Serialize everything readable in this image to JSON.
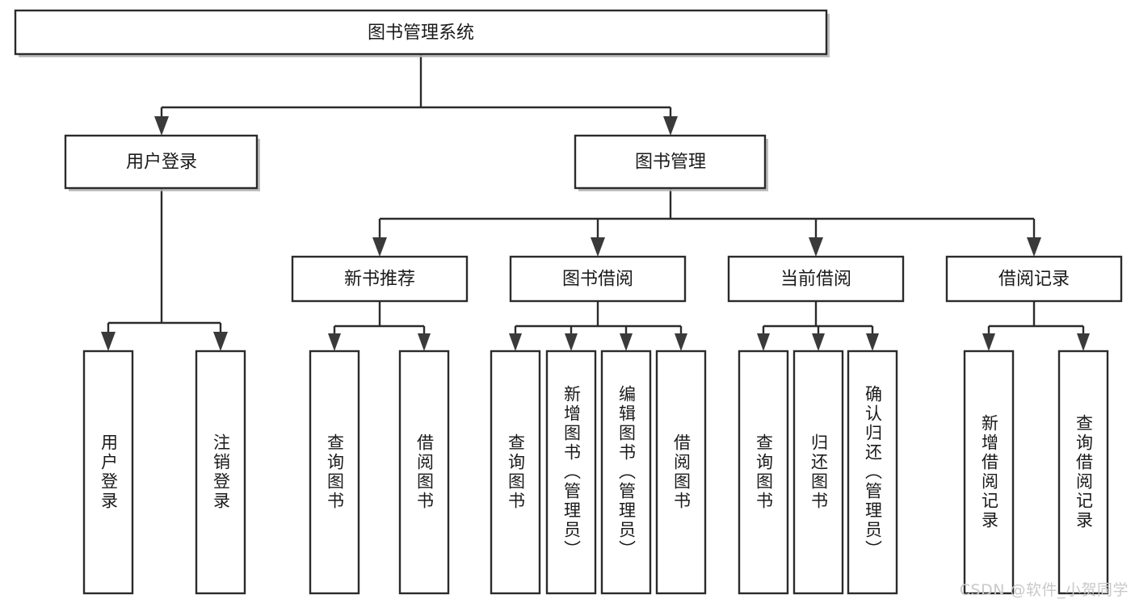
{
  "diagram": {
    "title": "图书管理系统",
    "type": "hierarchy-tree",
    "watermark": "CSDN @软件_小贺同学",
    "colors": {
      "box_stroke": "#2b2b2b",
      "box_fill": "#ffffff",
      "text": "#1a1a1a",
      "connector": "#2b2b2b",
      "shadow": "#b3b3b3",
      "watermark": "#c9c9c9",
      "background": "#ffffff"
    },
    "root": {
      "label": "图书管理系统"
    },
    "level2": [
      {
        "label": "用户登录"
      },
      {
        "label": "图书管理"
      }
    ],
    "level3": [
      {
        "label": "新书推荐"
      },
      {
        "label": "图书借阅"
      },
      {
        "label": "当前借阅"
      },
      {
        "label": "借阅记录"
      }
    ],
    "leaves": [
      {
        "label": "用户登录",
        "parent": "用户登录"
      },
      {
        "label": "注销登录",
        "parent": "用户登录"
      },
      {
        "label": "查询图书",
        "parent": "新书推荐"
      },
      {
        "label": "借阅图书",
        "parent": "新书推荐"
      },
      {
        "label": "查询图书",
        "parent": "图书借阅"
      },
      {
        "label": "新增图书（管理员）",
        "parent": "图书借阅"
      },
      {
        "label": "编辑图书（管理员）",
        "parent": "图书借阅"
      },
      {
        "label": "借阅图书",
        "parent": "图书借阅"
      },
      {
        "label": "查询图书",
        "parent": "当前借阅"
      },
      {
        "label": "归还图书",
        "parent": "当前借阅"
      },
      {
        "label": "确认归还（管理员）",
        "parent": "当前借阅"
      },
      {
        "label": "新增借阅记录",
        "parent": "借阅记录"
      },
      {
        "label": "查询借阅记录",
        "parent": "借阅记录"
      }
    ]
  }
}
